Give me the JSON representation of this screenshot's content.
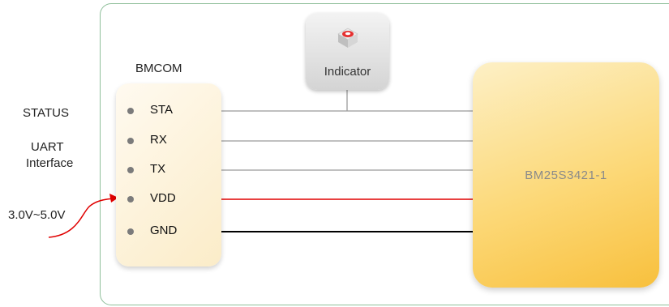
{
  "connector": {
    "title": "BMCOM",
    "pins": [
      {
        "label": "STA"
      },
      {
        "label": "RX"
      },
      {
        "label": "TX"
      },
      {
        "label": "VDD"
      },
      {
        "label": "GND"
      }
    ]
  },
  "external_labels": {
    "status": "STATUS",
    "uart_line1": "UART",
    "uart_line2": "Interface",
    "voltage": "3.0V~5.0V"
  },
  "indicator": {
    "label": "Indicator",
    "icon": "led-icon"
  },
  "module": {
    "label": "BM25S3421-1"
  },
  "colors": {
    "border": "#8fbf9a",
    "signal_wire": "#9a9a9a",
    "vdd_wire": "#e00000",
    "gnd_wire": "#000000",
    "chip": "#fcd877"
  }
}
